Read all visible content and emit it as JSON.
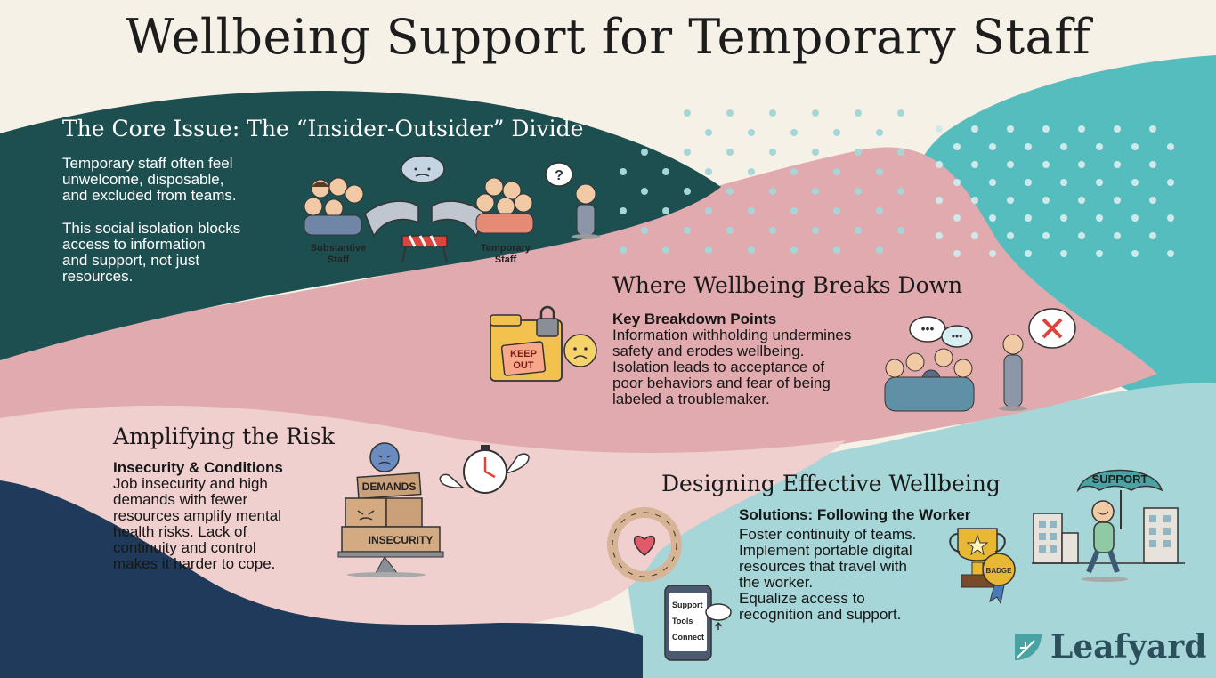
{
  "title": "Wellbeing Support for Temporary Staff",
  "colors": {
    "background": "#f6f1e7",
    "dark_teal": "#1e4f50",
    "pink": "#e0aaae",
    "light_pink": "#f0cfcf",
    "teal": "#56bdbf",
    "light_teal": "#a6d6d8",
    "navy": "#1f3a5a"
  },
  "core_issue": {
    "heading": "The Core Issue: The “Insider-Outsider” Divide",
    "lines1": [
      "Temporary staff often feel",
      "unwelcome, disposable,",
      "and excluded from teams."
    ],
    "lines2": [
      "This social isolation blocks",
      "access to information",
      "and support, not just",
      "resources."
    ],
    "label_substantive": [
      "Substantive",
      "Staff"
    ],
    "label_temporary": [
      "Temporary",
      "Staff"
    ]
  },
  "breakdown": {
    "heading": "Where Wellbeing Breaks Down",
    "subheading": "Key Breakdown Points",
    "lines": [
      "Information withholding undermines",
      "safety and erodes wellbeing.",
      "Isolation leads to acceptance of",
      "poor behaviors and fear of being",
      "labeled a troublemaker."
    ],
    "folder_label": [
      "KEEP",
      "OUT"
    ]
  },
  "amplifying": {
    "heading": "Amplifying the Risk",
    "subheading": "Insecurity & Conditions",
    "lines": [
      "Job insecurity and high",
      "demands with fewer",
      "resources amplify mental",
      "health risks. Lack of",
      "continuity and control",
      "makes it harder to cope."
    ],
    "box_demands": "DEMANDS",
    "box_insecurity": "INSECURITY"
  },
  "designing": {
    "heading": "Designing Effective Wellbeing",
    "subheading": "Solutions: Following the Worker",
    "lines": [
      "Foster continuity of teams.",
      "Implement portable digital",
      "resources that travel with",
      "the worker.",
      "Equalize access to",
      "recognition and support."
    ],
    "umbrella_label": "SUPPORT",
    "phone_items": [
      "Support",
      "Tools",
      "Connect"
    ],
    "badge_label": "BADGE"
  },
  "logo": {
    "text": "Leafyard"
  }
}
